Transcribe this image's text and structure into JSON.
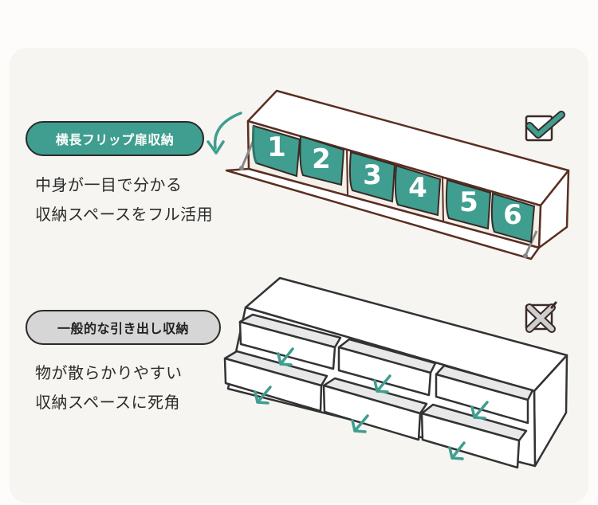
{
  "flip_section": {
    "label": "横長フリップ扉収納",
    "description": [
      "中身が一目で分かる",
      "収納スペースをフル活用"
    ],
    "compartment_numbers": [
      "1",
      "2",
      "3",
      "4",
      "5",
      "6"
    ],
    "status_icon": "check-icon"
  },
  "drawer_section": {
    "label": "一般的な引き出し収納",
    "description": [
      "物が散らかりやすい",
      "収納スペースに死角"
    ],
    "status_icon": "cross-icon"
  },
  "colors": {
    "accent": "#3f9e8f",
    "outline": "#5a2e22",
    "neutral": "#d6d6d6",
    "background": "#f6f5f1"
  }
}
